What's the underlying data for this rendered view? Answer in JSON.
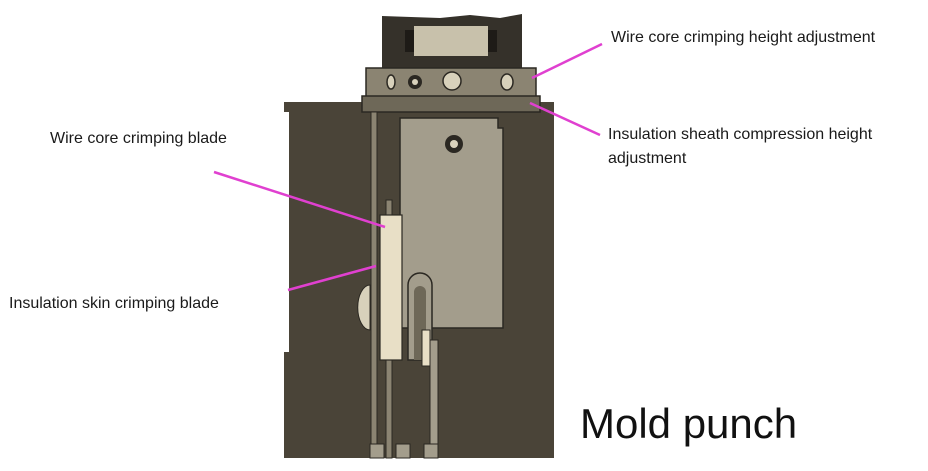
{
  "labels": {
    "wire_core_height": "Wire core crimping height adjustment",
    "insulation_sheath_height": "Insulation sheath compression height adjustment",
    "wire_core_blade": "Wire core crimping blade",
    "insulation_skin_blade": "Insulation skin crimping blade"
  },
  "caption": "Mold punch",
  "colors": {
    "housing": "#4a4438",
    "top_block": "#35312a",
    "plate": "#8b8472",
    "ram": "#a39d8c",
    "blade": "#e8dfc6",
    "leader": "#e040d0"
  }
}
